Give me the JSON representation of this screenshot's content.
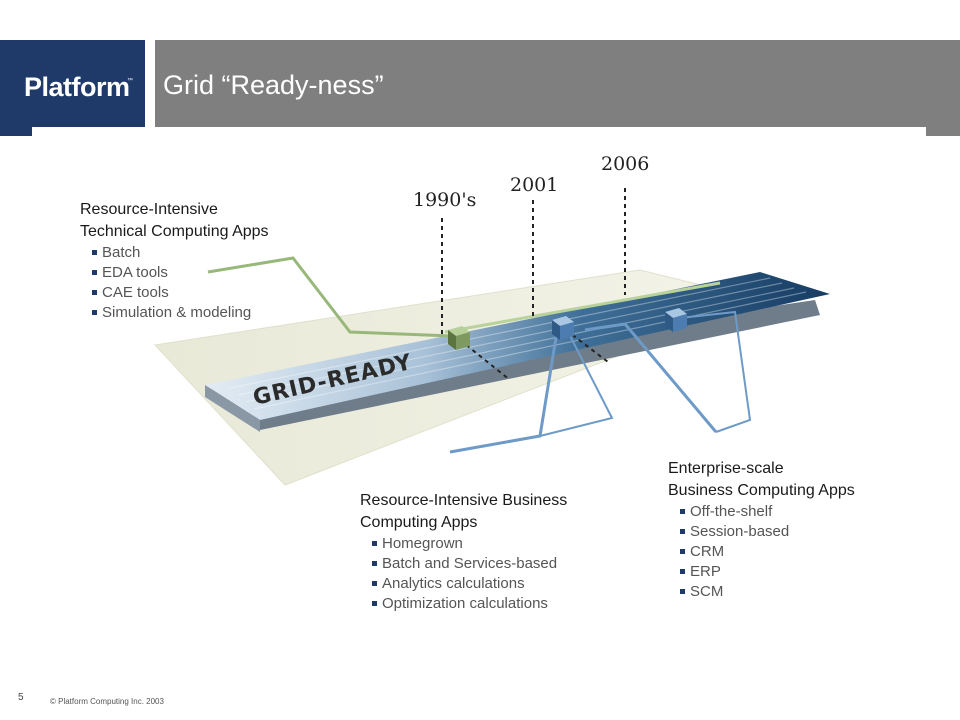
{
  "header": {
    "logo": "Platform",
    "logo_tm": "™",
    "title": "Grid “Ready-ness”"
  },
  "diagram": {
    "platform_label": "GRID-READY",
    "years": [
      "1990's",
      "2001",
      "2006"
    ],
    "colors": {
      "technical_line": "#98b87a",
      "business_line": "#6e9ac8",
      "platform_dark": "#1e4a73",
      "platform_light": "#d7e3ee",
      "ground": "#e6e6d2"
    }
  },
  "callouts": {
    "technical": {
      "heading_line1": "Resource-Intensive",
      "heading_line2": "Technical Computing Apps",
      "items": [
        "Batch",
        "EDA tools",
        "CAE tools",
        "Simulation & modeling"
      ]
    },
    "business": {
      "heading_line1": "Resource-Intensive Business",
      "heading_line2": "Computing Apps",
      "items": [
        "Homegrown",
        "Batch and Services-based",
        "Analytics calculations",
        "Optimization calculations"
      ]
    },
    "enterprise": {
      "heading_line1": "Enterprise-scale",
      "heading_line2": "Business Computing Apps",
      "items": [
        "Off-the-shelf",
        "Session-based",
        "CRM",
        "ERP",
        "SCM"
      ]
    }
  },
  "footer": {
    "page_number": "5",
    "copyright": "© Platform Computing Inc. 2003"
  }
}
